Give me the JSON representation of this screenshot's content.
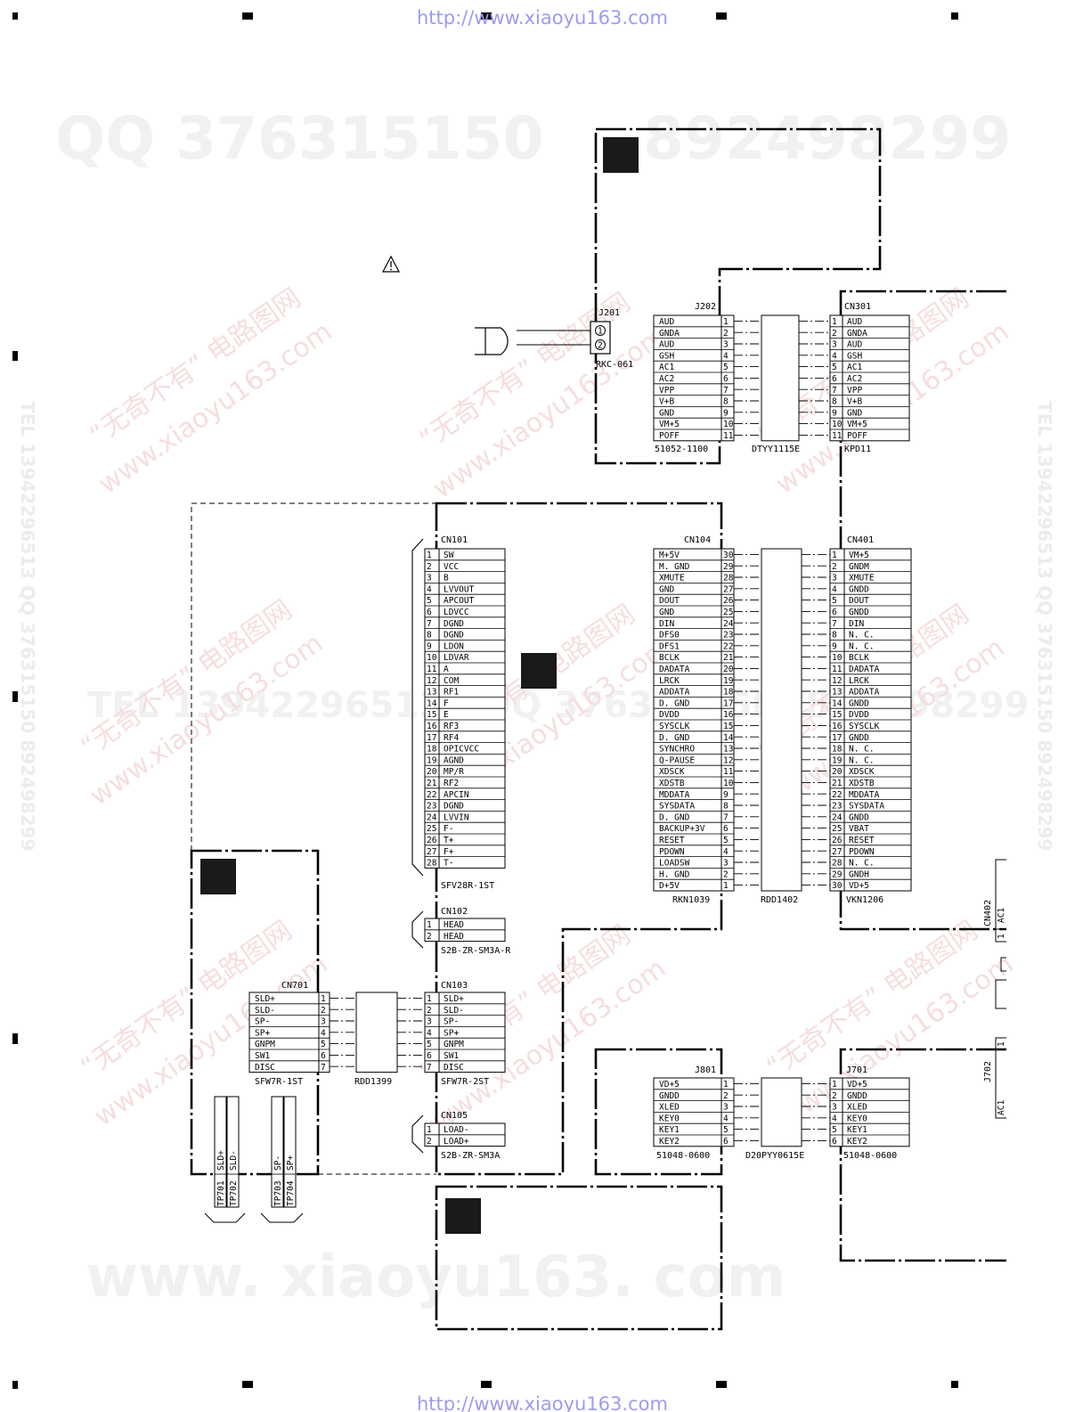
{
  "urls": {
    "top": "http://www.xiaoyu163.com",
    "bottom": "http://www.xiaoyu163.com"
  },
  "watermarks": {
    "qq_left": "QQ 376315150",
    "qq_right": "892498299",
    "tel_mid": "TEL 13942296513",
    "qq_mid": "QQ 376315150",
    "num_mid": "892498299",
    "site_bottom": "www. xiaoyu163. com",
    "chinese": "“无奇不有” 电路图网",
    "site_diag": "www.xiaoyu163.com",
    "side_left": "TEL 13942296513   QQ 376315150   892498299",
    "side_right": "TEL 13942296513   QQ 376315150   892498299"
  },
  "j201": {
    "ref": "J201",
    "part": "RKC-061",
    "pin1": "1",
    "pin2": "2"
  },
  "j202": {
    "ref": "J202",
    "part": "51052-1100",
    "pins": [
      {
        "name": "AUD",
        "num": "1"
      },
      {
        "name": "GNDA",
        "num": "2"
      },
      {
        "name": "AUD",
        "num": "3"
      },
      {
        "name": "GSH",
        "num": "4"
      },
      {
        "name": "AC1",
        "num": "5"
      },
      {
        "name": "AC2",
        "num": "6"
      },
      {
        "name": "VPP",
        "num": "7"
      },
      {
        "name": "V+B",
        "num": "8"
      },
      {
        "name": "GND",
        "num": "9"
      },
      {
        "name": "VM+5",
        "num": "10"
      },
      {
        "name": "POFF",
        "num": "11"
      }
    ]
  },
  "cable_dtyy": {
    "part": "DTYY1115E"
  },
  "cn301": {
    "ref": "CN301",
    "part": "KPD11",
    "pins": [
      {
        "name": "AUD",
        "num": "1"
      },
      {
        "name": "GNDA",
        "num": "2"
      },
      {
        "name": "AUD",
        "num": "3"
      },
      {
        "name": "GSH",
        "num": "4"
      },
      {
        "name": "AC1",
        "num": "5"
      },
      {
        "name": "AC2",
        "num": "6"
      },
      {
        "name": "VPP",
        "num": "7"
      },
      {
        "name": "V+B",
        "num": "8"
      },
      {
        "name": "GND",
        "num": "9"
      },
      {
        "name": "VM+5",
        "num": "10"
      },
      {
        "name": "POFF",
        "num": "11"
      }
    ]
  },
  "cn101": {
    "ref": "CN101",
    "part": "SFV28R-1ST",
    "pins": [
      {
        "num": "1",
        "name": "SW"
      },
      {
        "num": "2",
        "name": "VCC"
      },
      {
        "num": "3",
        "name": "B"
      },
      {
        "num": "4",
        "name": "LVVOUT"
      },
      {
        "num": "5",
        "name": "APCOUT"
      },
      {
        "num": "6",
        "name": "LDVCC"
      },
      {
        "num": "7",
        "name": "DGND"
      },
      {
        "num": "8",
        "name": "DGND"
      },
      {
        "num": "9",
        "name": "LDON"
      },
      {
        "num": "10",
        "name": "LDVAR"
      },
      {
        "num": "11",
        "name": "A"
      },
      {
        "num": "12",
        "name": "COM"
      },
      {
        "num": "13",
        "name": "RF1"
      },
      {
        "num": "14",
        "name": "F"
      },
      {
        "num": "15",
        "name": "E"
      },
      {
        "num": "16",
        "name": "RF3"
      },
      {
        "num": "17",
        "name": "RF4"
      },
      {
        "num": "18",
        "name": "OPICVCC"
      },
      {
        "num": "19",
        "name": "AGND"
      },
      {
        "num": "20",
        "name": "MP/R"
      },
      {
        "num": "21",
        "name": "RF2"
      },
      {
        "num": "22",
        "name": "APCIN"
      },
      {
        "num": "23",
        "name": "DGND"
      },
      {
        "num": "24",
        "name": "LVVIN"
      },
      {
        "num": "25",
        "name": "F-"
      },
      {
        "num": "26",
        "name": "T+"
      },
      {
        "num": "27",
        "name": "F+"
      },
      {
        "num": "28",
        "name": "T-"
      }
    ]
  },
  "cn104": {
    "ref": "CN104",
    "part": "RKN1039",
    "pins": [
      {
        "name": "M+5V",
        "num": "30"
      },
      {
        "name": "M. GND",
        "num": "29"
      },
      {
        "name": "XMUTE",
        "num": "28"
      },
      {
        "name": "GND",
        "num": "27"
      },
      {
        "name": "DOUT",
        "num": "26"
      },
      {
        "name": "GND",
        "num": "25"
      },
      {
        "name": "DIN",
        "num": "24"
      },
      {
        "name": "DFS0",
        "num": "23"
      },
      {
        "name": "DFS1",
        "num": "22"
      },
      {
        "name": "BCLK",
        "num": "21"
      },
      {
        "name": "DADATA",
        "num": "20"
      },
      {
        "name": "LRCK",
        "num": "19"
      },
      {
        "name": "ADDATA",
        "num": "18"
      },
      {
        "name": "D. GND",
        "num": "17"
      },
      {
        "name": "DVDD",
        "num": "16"
      },
      {
        "name": "SYSCLK",
        "num": "15"
      },
      {
        "name": "D. GND",
        "num": "14"
      },
      {
        "name": "SYNCHRO",
        "num": "13"
      },
      {
        "name": "Q-PAUSE",
        "num": "12"
      },
      {
        "name": "XDSCK",
        "num": "11"
      },
      {
        "name": "XDSTB",
        "num": "10"
      },
      {
        "name": "MDDATA",
        "num": "9"
      },
      {
        "name": "SYSDATA",
        "num": "8"
      },
      {
        "name": "D. GND",
        "num": "7"
      },
      {
        "name": "BACKUP+3V",
        "num": "6"
      },
      {
        "name": "RESET",
        "num": "5"
      },
      {
        "name": "PDOWN",
        "num": "4"
      },
      {
        "name": "LOADSW",
        "num": "3"
      },
      {
        "name": "H. GND",
        "num": "2"
      },
      {
        "name": "D+5V",
        "num": "1"
      }
    ]
  },
  "cable_rdd1402": {
    "part": "RDD1402"
  },
  "cn401": {
    "ref": "CN401",
    "part": "VKN1206",
    "pins": [
      {
        "num": "1",
        "name": "VM+5"
      },
      {
        "num": "2",
        "name": "GNDM"
      },
      {
        "num": "3",
        "name": "XMUTE"
      },
      {
        "num": "4",
        "name": "GNDD"
      },
      {
        "num": "5",
        "name": "DOUT"
      },
      {
        "num": "6",
        "name": "GNDD"
      },
      {
        "num": "7",
        "name": "DIN"
      },
      {
        "num": "8",
        "name": "N. C."
      },
      {
        "num": "9",
        "name": "N. C."
      },
      {
        "num": "10",
        "name": "BCLK"
      },
      {
        "num": "11",
        "name": "DADATA"
      },
      {
        "num": "12",
        "name": "LRCK"
      },
      {
        "num": "13",
        "name": "ADDATA"
      },
      {
        "num": "14",
        "name": "GNDD"
      },
      {
        "num": "15",
        "name": "DVDD"
      },
      {
        "num": "16",
        "name": "SYSCLK"
      },
      {
        "num": "17",
        "name": "GNDD"
      },
      {
        "num": "18",
        "name": "N. C."
      },
      {
        "num": "19",
        "name": "N. C."
      },
      {
        "num": "20",
        "name": "XDSCK"
      },
      {
        "num": "21",
        "name": "XDSTB"
      },
      {
        "num": "22",
        "name": "MDDATA"
      },
      {
        "num": "23",
        "name": "SYSDATA"
      },
      {
        "num": "24",
        "name": "GNDD"
      },
      {
        "num": "25",
        "name": "VBAT"
      },
      {
        "num": "26",
        "name": "RESET"
      },
      {
        "num": "27",
        "name": "PDOWN"
      },
      {
        "num": "28",
        "name": "N. C."
      },
      {
        "num": "29",
        "name": "GNDH"
      },
      {
        "num": "30",
        "name": "VD+5"
      }
    ]
  },
  "cn402": {
    "ref": "CN402",
    "pin": "1",
    "name": "AC1"
  },
  "j702": {
    "ref": "J702",
    "pin": "1",
    "name": "AC1"
  },
  "cn102": {
    "ref": "CN102",
    "part": "S2B-ZR-SM3A-R",
    "pins": [
      {
        "num": "1",
        "name": "HEAD"
      },
      {
        "num": "2",
        "name": "HEAD"
      }
    ]
  },
  "cn701": {
    "ref": "CN701",
    "part": "SFW7R-1ST",
    "pins": [
      {
        "name": "SLD+",
        "num": "1"
      },
      {
        "name": "SLD-",
        "num": "2"
      },
      {
        "name": "SP-",
        "num": "3"
      },
      {
        "name": "SP+",
        "num": "4"
      },
      {
        "name": "GNPM",
        "num": "5"
      },
      {
        "name": "SW1",
        "num": "6"
      },
      {
        "name": "DISC",
        "num": "7"
      }
    ]
  },
  "cable_rdd1399": {
    "part": "RDD1399"
  },
  "cn103": {
    "ref": "CN103",
    "part": "SFW7R-2ST",
    "pins": [
      {
        "num": "1",
        "name": "SLD+"
      },
      {
        "num": "2",
        "name": "SLD-"
      },
      {
        "num": "3",
        "name": "SP-"
      },
      {
        "num": "4",
        "name": "SP+"
      },
      {
        "num": "5",
        "name": "GNPM"
      },
      {
        "num": "6",
        "name": "SW1"
      },
      {
        "num": "7",
        "name": "DISC"
      }
    ]
  },
  "cn105": {
    "ref": "CN105",
    "part": "S2B-ZR-SM3A",
    "pins": [
      {
        "num": "1",
        "name": "LOAD-"
      },
      {
        "num": "2",
        "name": "LOAD+"
      }
    ]
  },
  "j801": {
    "ref": "J801",
    "part": "51048-0600",
    "pins": [
      {
        "name": "VD+5",
        "num": "1"
      },
      {
        "name": "GNDD",
        "num": "2"
      },
      {
        "name": "XLED",
        "num": "3"
      },
      {
        "name": "KEY0",
        "num": "4"
      },
      {
        "name": "KEY1",
        "num": "5"
      },
      {
        "name": "KEY2",
        "num": "6"
      }
    ]
  },
  "cable_d20": {
    "part": "D20PYY0615E"
  },
  "j701": {
    "ref": "J701",
    "part": "51048-0600",
    "pins": [
      {
        "num": "1",
        "name": "VD+5"
      },
      {
        "num": "2",
        "name": "GNDD"
      },
      {
        "num": "3",
        "name": "XLED"
      },
      {
        "num": "4",
        "name": "KEY0"
      },
      {
        "num": "5",
        "name": "KEY1"
      },
      {
        "num": "6",
        "name": "KEY2"
      }
    ]
  },
  "testpoints": [
    {
      "ref": "TP701",
      "sig": "SLD+"
    },
    {
      "ref": "TP702",
      "sig": "SLD-"
    },
    {
      "ref": "TP703",
      "sig": "SP-"
    },
    {
      "ref": "TP704",
      "sig": "SP+"
    }
  ],
  "icons": {
    "warning": "warning-triangle-icon",
    "board_marker": "filled-square-icon"
  },
  "colors": {
    "ink": "#000000",
    "url": "#9c9cf0",
    "watermark_red": "#f6dede",
    "watermark_grey": "#ececec"
  }
}
